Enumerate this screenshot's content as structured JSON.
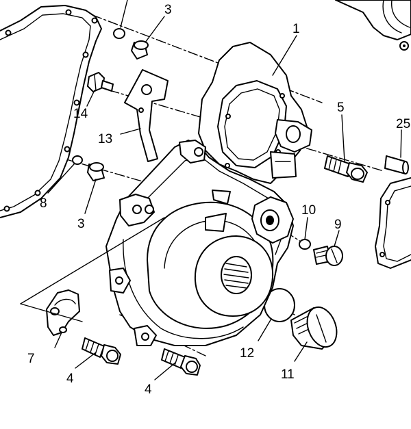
{
  "diagram": {
    "callouts": {
      "c1": "1",
      "c3a": "3",
      "c3b": "3",
      "c4a": "4",
      "c4b": "4",
      "c5": "5",
      "c7": "7",
      "c8": "8",
      "c9": "9",
      "c10": "10",
      "c11": "11",
      "c12": "12",
      "c13": "13",
      "c14": "14",
      "c25": "25"
    }
  }
}
